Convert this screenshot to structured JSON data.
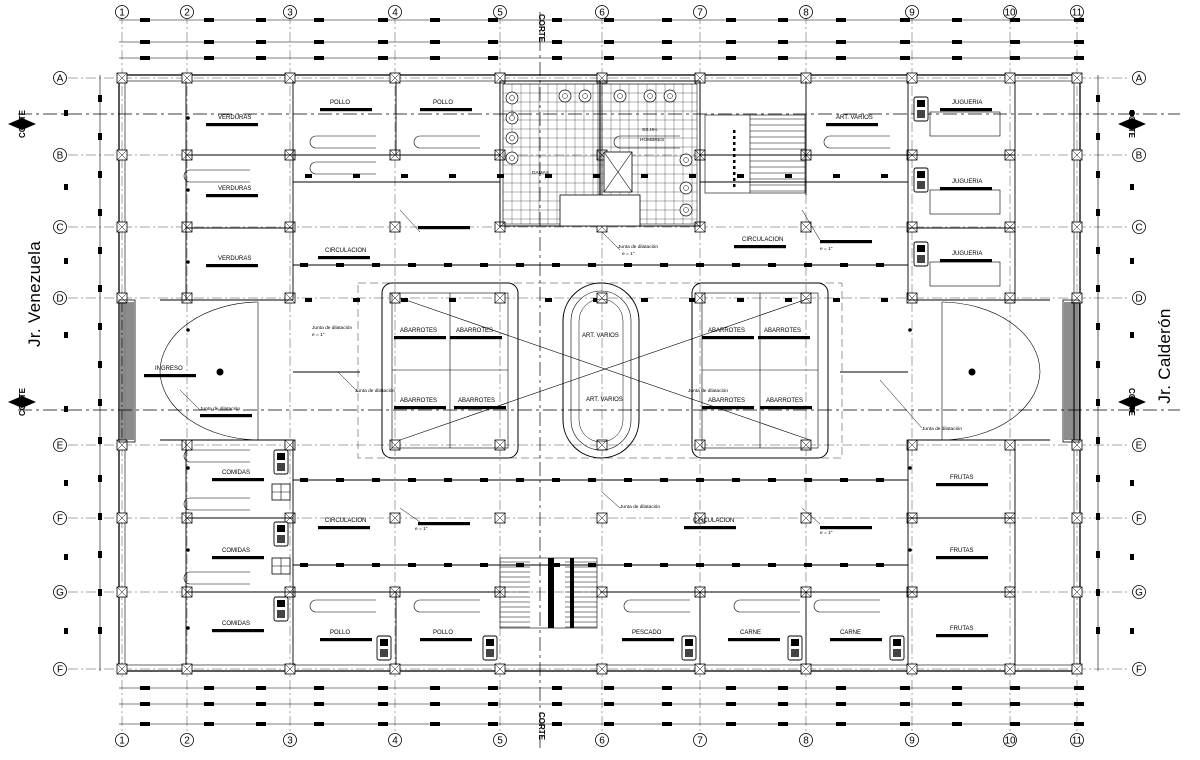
{
  "streets": {
    "left": "Jr. Venezuela",
    "right": "Jr. Calderón"
  },
  "grid_columns": [
    "1",
    "2",
    "3",
    "4",
    "5",
    "6",
    "7",
    "8",
    "9",
    "10",
    "11"
  ],
  "grid_rows": [
    "A",
    "B",
    "C",
    "D",
    "E",
    "F",
    "G",
    "F"
  ],
  "section_label": "CORTE",
  "rooms": [
    "VERDURAS",
    "VERDURAS",
    "VERDURAS",
    "POLLO",
    "POLLO",
    "CIRCULACION",
    "INGRESO",
    "ABARROTES",
    "ABARROTES",
    "ABARROTES",
    "ABARROTES",
    "ABARROTES",
    "ABARROTES",
    "ABARROTES",
    "ABARROTES",
    "ART. VARIOS",
    "ART. VARIOS",
    "ART. VARIOS",
    "CIRCULACION",
    "CIRCULACION",
    "CIRCULACION",
    "JUGUERIA",
    "JUGUERIA",
    "JUGUERIA",
    "COMIDAS",
    "COMIDAS",
    "COMIDAS",
    "FRUTAS",
    "FRUTAS",
    "FRUTAS",
    "POLLO",
    "POLLO",
    "PESCADO",
    "CARNE",
    "CARNE",
    "SS.HH.",
    "HOMBRES",
    "DAMAS"
  ],
  "notes": {
    "expansion_joint": "Junta de dilatación",
    "thickness": "e = 1\""
  },
  "colors": {
    "line": "#000000",
    "background": "#ffffff"
  }
}
